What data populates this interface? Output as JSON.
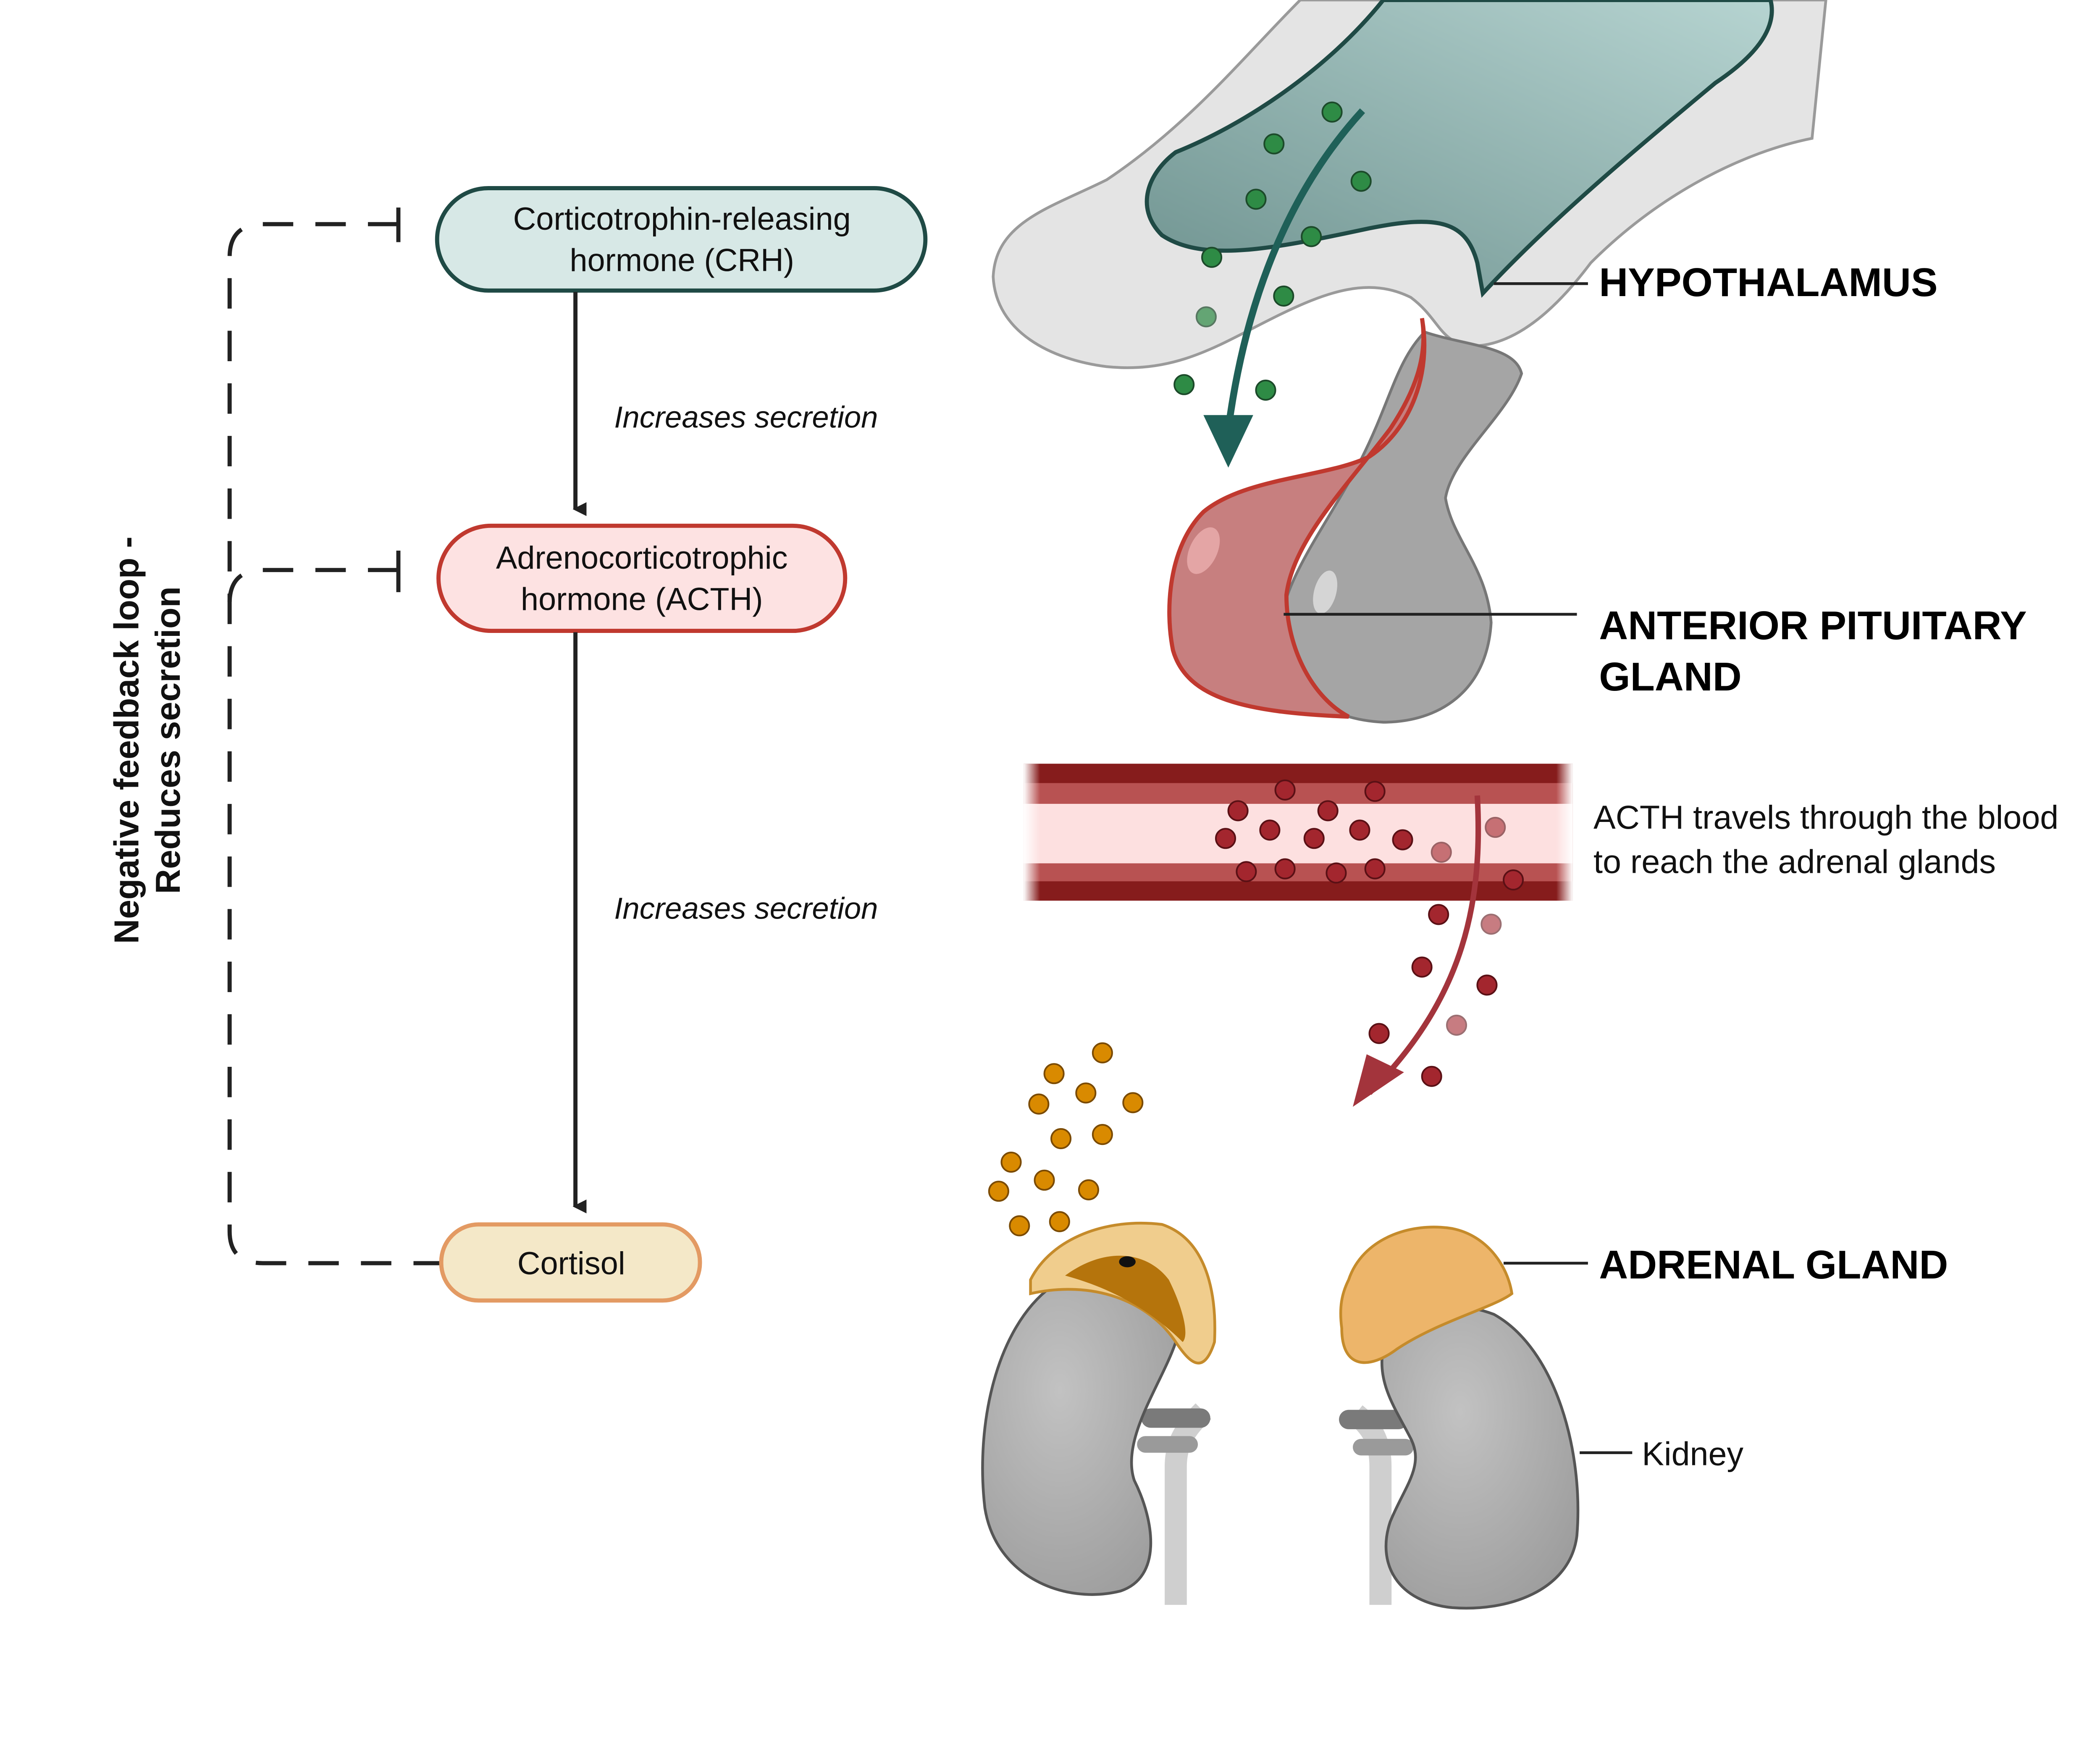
{
  "flow": {
    "crh_box": {
      "line1": "Corticotrophin-releasing",
      "line2": "hormone (CRH)"
    },
    "acth_box": {
      "line1": "Adrenocorticotrophic",
      "line2": "hormone (ACTH)"
    },
    "cortisol_box": {
      "label": "Cortisol"
    },
    "arrow1_label": "Increases secretion",
    "arrow2_label": "Increases secretion",
    "feedback_label": {
      "line1": "Negative feedback loop -",
      "line2": "Reduces secretion"
    }
  },
  "anatomy": {
    "hypothalamus_label": "HYPOTHALAMUS",
    "pituitary_label": {
      "line1": "ANTERIOR PITUITARY",
      "line2": "GLAND"
    },
    "blood_label": {
      "line1": "ACTH travels through the blood",
      "line2": "to reach the adrenal glands"
    },
    "adrenal_label": "ADRENAL GLAND",
    "kidney_label": "Kidney"
  },
  "colors": {
    "crh_fill": "#d7e8e6",
    "crh_stroke": "#1f4a45",
    "acth_fill": "#fde2e2",
    "acth_stroke": "#c0392f",
    "cortisol_fill": "#f4e8c8",
    "cortisol_stroke": "#e39a63",
    "hypothalamus": "#7fa29f",
    "crh_dot": "#2e8b45",
    "acth_dot": "#a3262e",
    "cortisol_dot": "#d98a00",
    "vessel_wall": "#861c1c",
    "vessel_lumen": "#fde0e0",
    "kidney": "#b4b4b4",
    "adrenal": "#edb56a"
  }
}
